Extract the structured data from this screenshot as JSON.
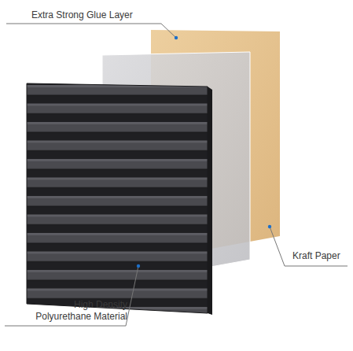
{
  "diagram": {
    "labels": [
      "Extra Strong Glue Layer",
      "Kraft Paper",
      "High Density Polyurethane Material"
    ]
  }
}
